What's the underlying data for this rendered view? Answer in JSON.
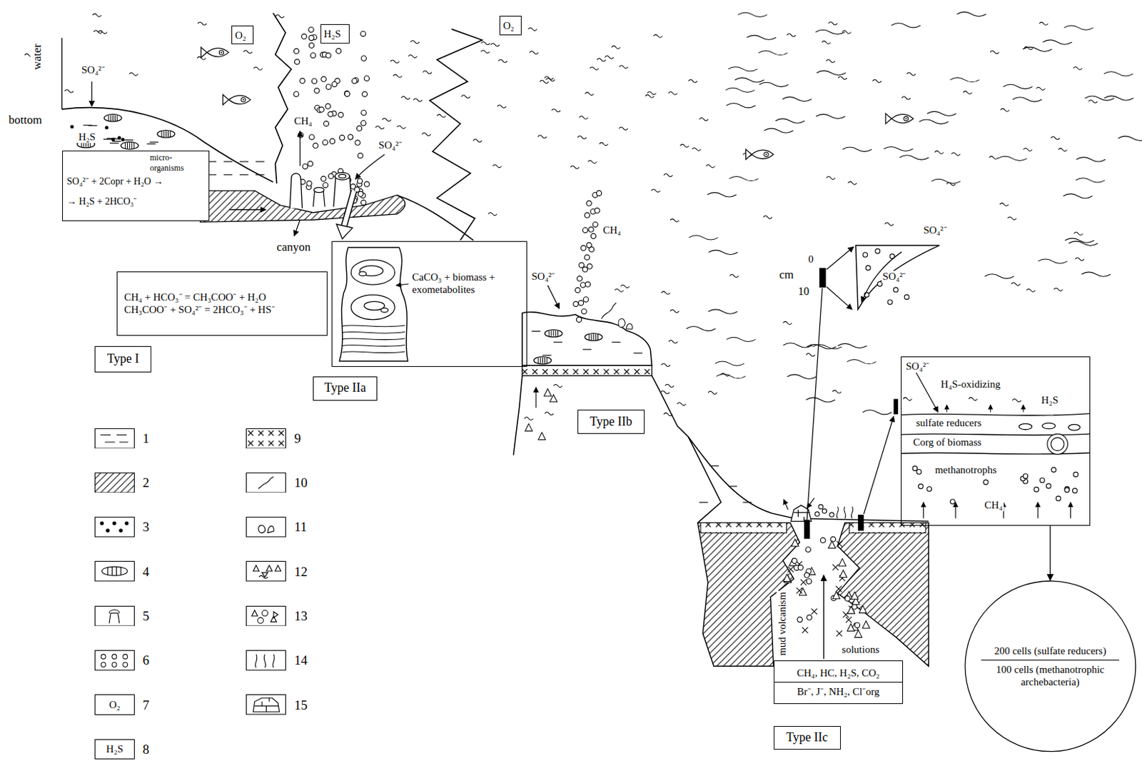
{
  "diagram": {
    "nodes": [
      {
        "text": [
          "SO₄²⁻ + 2Copr + H₂O →",
          "micro- organisms",
          "→ H₂S + 2HCO₃⁻"
        ]
      },
      {
        "text": [
          "CH₄ + HCO₃⁻ = CH₃COO⁻ + H₂O",
          "CH₃COO⁻ + SO₄²⁻ = 2HCO₃⁻ + HS⁻"
        ]
      },
      {
        "text": [
          "Type I"
        ]
      },
      {
        "text": [
          "CaCO₃ + biomass + exometabolites"
        ]
      },
      {
        "text": [
          "Type IIa"
        ]
      },
      {
        "text": [
          "Type IIb"
        ]
      },
      {
        "text": [
          "SO₄²⁻",
          "H₄S-oxidizing",
          "H₂S",
          "sulfate reducers",
          "Corg of biomass",
          "methanotrophs",
          "CH₄"
        ]
      },
      {
        "text": [
          "CH₄, HC, H₂S, CO₂",
          "Br⁻, J⁻, NH₂, Cl⁻org"
        ]
      },
      {
        "text": [
          "Type IIc"
        ]
      },
      {
        "text": [
          "200 cells (sulfate reducers)",
          "100 cells (methanotrophic archebacteria)"
        ]
      },
      {
        "text": [
          "O₂"
        ]
      },
      {
        "text": [
          "H₂S"
        ]
      },
      {
        "text": [
          "O₂"
        ]
      },
      {
        "text": [
          "O₂"
        ]
      },
      {
        "text": [
          "H₂S"
        ]
      }
    ],
    "edges": [
      {
        "from": 6,
        "to": 9,
        "arrow": "to"
      }
    ],
    "labels": [
      "water",
      "bottom",
      "SO₄²⁻",
      "H₂S",
      "CH₄",
      "SO₄²⁻",
      "canyon",
      "CH₄",
      "SO₄²⁻",
      "cm",
      "0",
      "10",
      "SO₄²⁻",
      "SO₄²⁻",
      "mud volcanism",
      "solutions"
    ],
    "legend": [
      {
        "text": "1"
      },
      {
        "text": "2"
      },
      {
        "text": "3"
      },
      {
        "text": "4"
      },
      {
        "text": "5"
      },
      {
        "text": "6"
      },
      {
        "text": "7"
      },
      {
        "text": "8"
      },
      {
        "text": "9"
      },
      {
        "text": "10"
      },
      {
        "text": "11"
      },
      {
        "text": "12"
      },
      {
        "text": "13"
      },
      {
        "text": "14"
      },
      {
        "text": "15"
      }
    ]
  }
}
